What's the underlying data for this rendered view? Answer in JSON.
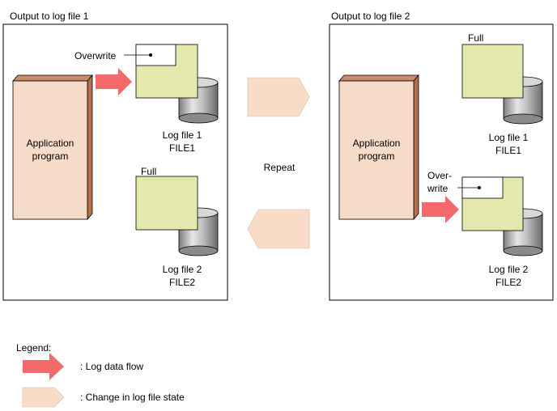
{
  "panel1": {
    "title": "Output to log file 1",
    "app_label": [
      "Application",
      "program"
    ],
    "overwrite_label": "Overwrite",
    "full_label": "Full",
    "file1": [
      "Log file 1",
      "FILE1"
    ],
    "file2": [
      "Log file 2",
      "FILE2"
    ]
  },
  "center": {
    "repeat_label": "Repeat"
  },
  "panel2": {
    "title": "Output to log file 2",
    "app_label": [
      "Application",
      "program"
    ],
    "overwrite_label": [
      "Over-",
      "write"
    ],
    "full_label": "Full",
    "file1": [
      "Log file 1",
      "FILE1"
    ],
    "file2": [
      "Log file 2",
      "FILE2"
    ]
  },
  "legend": {
    "title": "Legend:",
    "items": [
      {
        "label": ": Log data flow",
        "icon": "red-arrow-icon"
      },
      {
        "label": ": Change in log file state",
        "icon": "pentagon-arrow-icon"
      }
    ]
  },
  "colors": {
    "app_fill": "#f7dbc9",
    "app_side": "#c98c6b",
    "file_fill": "#e5e8ad",
    "arrow_red": "#f26a6a",
    "state_arrow": "#f8dcc8"
  }
}
